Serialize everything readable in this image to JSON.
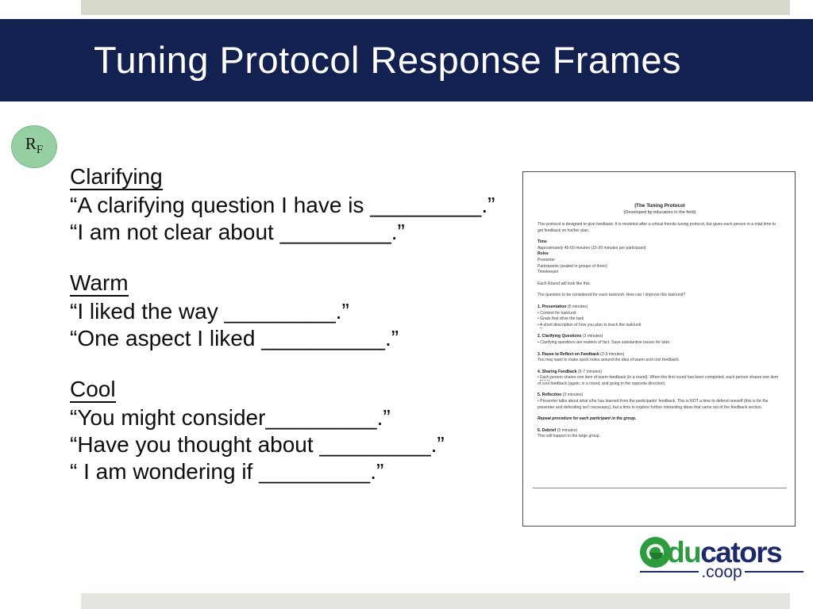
{
  "slide": {
    "title": "Tuning Protocol Response Frames",
    "badge": {
      "letter": "R",
      "sub": "F"
    },
    "accent_navy": "#122150",
    "accent_green": "#96cfa2",
    "band_color": "#d6dacd"
  },
  "frames": [
    {
      "heading": "Clarifying",
      "lines": [
        "“A clarifying question I have is _________.”",
        "“I am not clear about _________.”"
      ]
    },
    {
      "heading": "Warm",
      "lines": [
        "“I liked the way _________.”",
        "“One aspect I liked __________.”"
      ]
    },
    {
      "heading": "Cool",
      "lines": [
        "“You might consider_________.”",
        "“Have you thought about _________.”",
        "“ I am wondering if _________.”"
      ]
    }
  ],
  "document": {
    "title": "|The Tuning Protocol",
    "subtitle": "(Developed by educators in the field)",
    "intro": "This protocol is designed to give feedback. It is modeled after a critical friends tuning protocol, but gives each person in a triad time to get feedback on his/her plan.",
    "time_heading": "Time",
    "time_text": "Approximately 45-60 minutes (15-20 minutes per participant)",
    "roles_heading": "Roles",
    "roles": [
      "Presenter",
      "Participants (seated in groups of three)",
      "Timekeeper"
    ],
    "round_intro": "Each Round will look like this:",
    "question": "The question to be considered for each task/unit:  How can I improve this task/unit?",
    "steps": [
      {
        "num": "1. Presentation",
        "dur": "(5 minutes)",
        "bullets": [
          "• Context for task/unit",
          "• Goals that drive the task",
          "• A short description of how you plan to teach the task/unit"
        ],
        "spell_word": "A"
      },
      {
        "num": "2. Clarifying Questions",
        "dur": "(3 minutes)",
        "bullets": [
          "• Clarifying questions are matters of fact. Save substantive issues for later."
        ]
      },
      {
        "num": "3. Pause to Reflect on Feedback",
        "dur": "(2-3 minutes)",
        "bullets": [
          "You may want to make quick notes around the idea of warm and cool feedback."
        ]
      },
      {
        "num": "4. Sharing Feedback",
        "dur": "(5-7 minutes)",
        "bullets": [
          "• Each person shares one item of warm feedback (in a round). When the first round has been completed, each person shares one item of cool feedback (again, in a round, and going in the opposite direction)."
        ],
        "spell_word": "Each"
      },
      {
        "num": "5. Reflection",
        "dur": "(3 minutes)",
        "bullets": [
          "• Presenter talks about what s/he has learned from the participants’ feedback. This is NOT a time to defend oneself (this is for the presenter and defending isn’t necessary), but a time to explore further interesting ideas that came out of the feedback section."
        ]
      }
    ],
    "repeat_note": "Repeat procedure for each participant in the group.",
    "debrief_num": "6. Debrief",
    "debrief_dur": "(5 minutes)",
    "debrief_text": "This will happen in the large group."
  },
  "logo": {
    "part_green": "du",
    "part_navy": "cators",
    "domain": ".coop",
    "green": "#2e9b3f",
    "navy": "#1c2a6b"
  }
}
